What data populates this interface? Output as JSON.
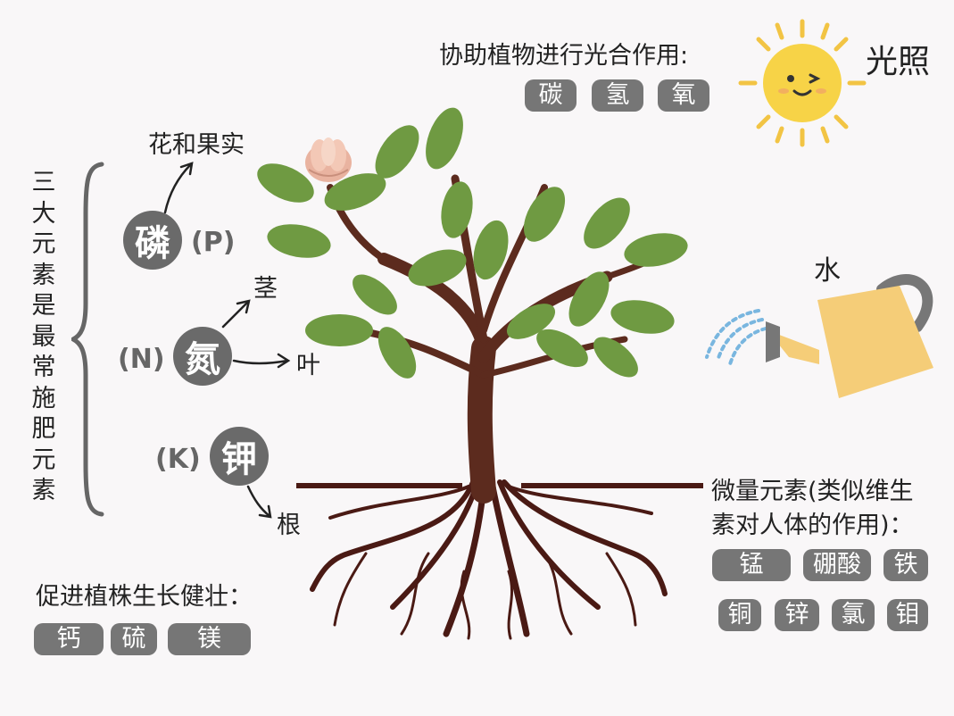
{
  "light": {
    "caption": "协助植物进行光合作用:",
    "label": "光照",
    "elements": [
      "碳",
      "氢",
      "氧"
    ]
  },
  "macro": {
    "heading": "三大元素是最常施肥元素",
    "phosphorus": {
      "char": "磷",
      "symbol": "(P)",
      "target": "花和果实"
    },
    "nitrogen": {
      "char": "氮",
      "symbol": "(N)",
      "targets": [
        "茎",
        "叶"
      ]
    },
    "potassium": {
      "char": "钾",
      "symbol": "(K)",
      "target": "根"
    }
  },
  "water": {
    "label": "水"
  },
  "secondary": {
    "caption": "促进植株生长健壮：",
    "elements": [
      "钙",
      "硫",
      "镁"
    ]
  },
  "trace": {
    "caption_line1": "微量元素(类似维生",
    "caption_line2": "素对人体的作用)：",
    "row1": [
      "锰",
      "硼酸",
      "铁"
    ],
    "row2": [
      "铜",
      "锌",
      "氯",
      "钼"
    ]
  },
  "colors": {
    "pill": "#767676",
    "circle": "#6a6a6a",
    "leaf": "#6f9a42",
    "trunk": "#5c2b1e",
    "sun": "#f7d347",
    "can": "#f5cd78",
    "water_drops": "#79b6df"
  }
}
